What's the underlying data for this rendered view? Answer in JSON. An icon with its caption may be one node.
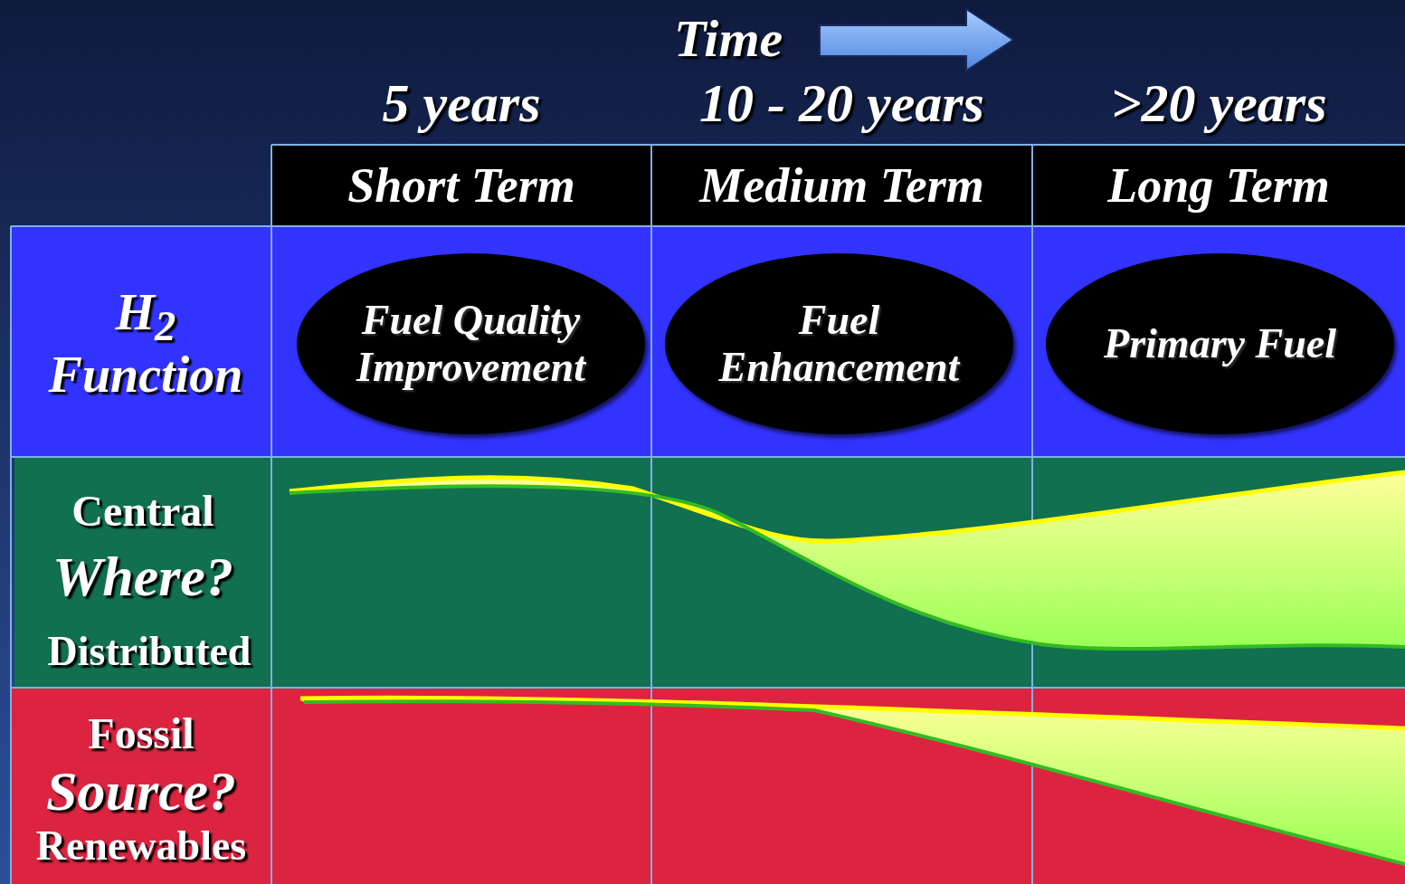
{
  "diagram": {
    "nodes": [
      {
        "text": [
          "Fuel Quality Improvement"
        ]
      },
      {
        "text": [
          "Fuel Enhancement"
        ]
      },
      {
        "text": [
          "Primary Fuel"
        ]
      }
    ],
    "labels": [
      "Time",
      "5 years",
      "10 - 20 years",
      ">20 years",
      "Short Term",
      "Medium Term",
      "Long Term",
      "H$_{2}$ Function",
      "Central",
      "Where?",
      "Distributed",
      "Fossil",
      "Source?",
      "Renewables"
    ]
  }
}
